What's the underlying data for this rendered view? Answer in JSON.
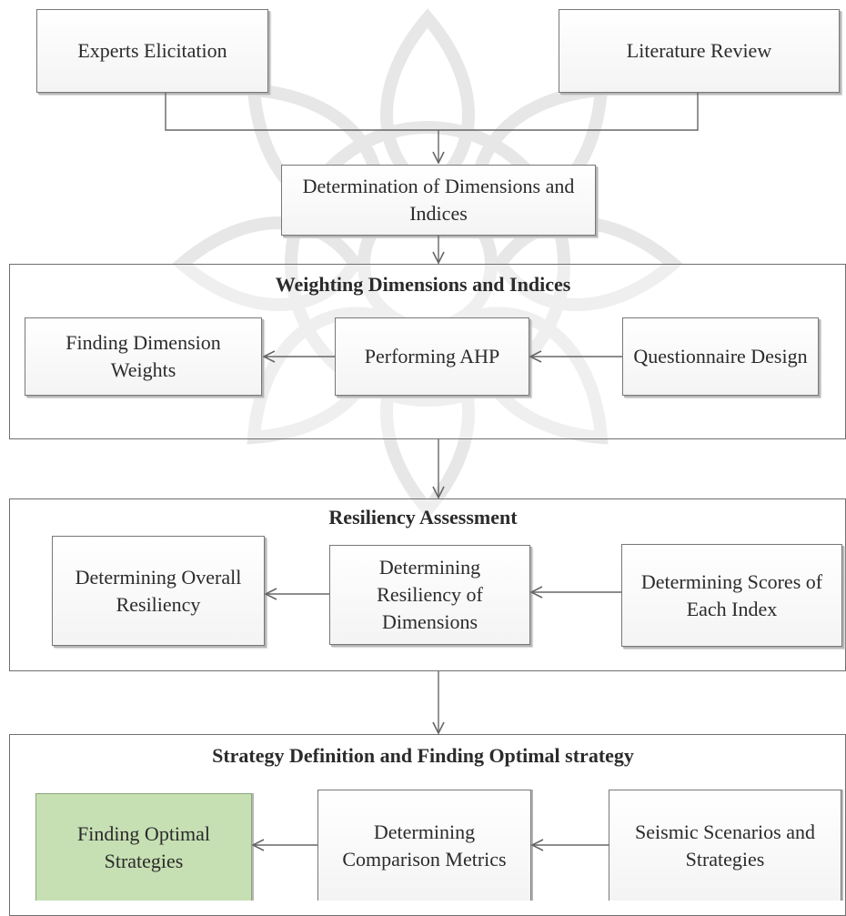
{
  "top": {
    "experts": "Experts Elicitation",
    "literature": "Literature Review",
    "determination": "Determination of Dimensions and Indices"
  },
  "weighting": {
    "title": "Weighting Dimensions and Indices",
    "boxes": [
      "Finding Dimension Weights",
      "Performing AHP",
      "Questionnaire Design"
    ]
  },
  "resiliency": {
    "title": "Resiliency Assessment",
    "boxes": [
      "Determining Overall Resiliency",
      "Determining Resiliency of Dimensions",
      "Determining Scores of Each Index"
    ]
  },
  "strategy": {
    "title": "Strategy Definition and Finding Optimal strategy",
    "boxes": [
      "Finding Optimal Strategies",
      "Determining Comparison Metrics",
      "Seismic Scenarios and Strategies"
    ]
  },
  "colors": {
    "line": "#666666",
    "box_fill": "#f4f4f4",
    "highlight_fill": "#c6dfb3"
  }
}
